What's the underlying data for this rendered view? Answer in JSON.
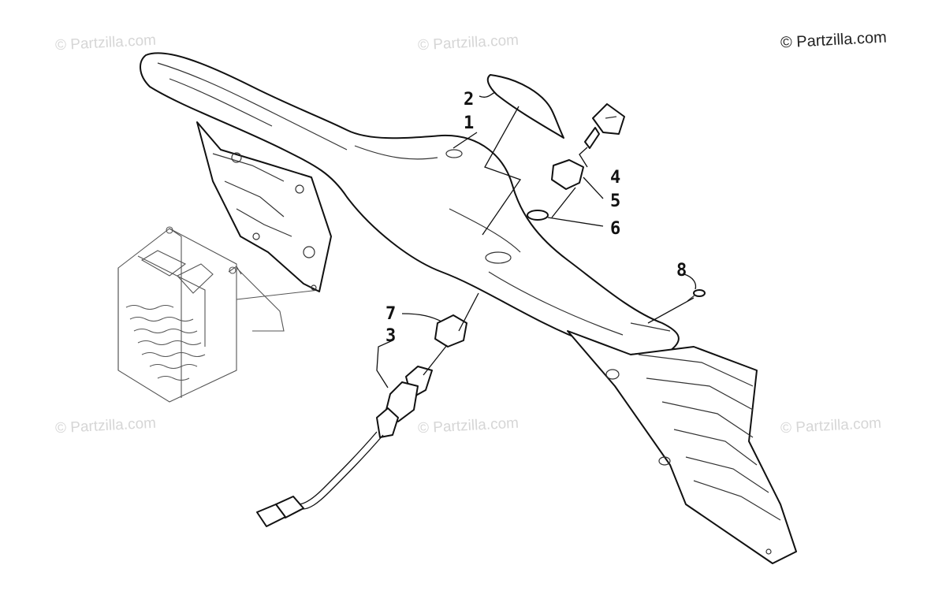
{
  "watermarks": [
    "© Partzilla.com",
    "© Partzilla.com",
    "© Partzilla.com",
    "© Partzilla.com",
    "© Partzilla.com"
  ],
  "copyright": "© Partzilla.com",
  "callouts": [
    "1",
    "2",
    "3",
    "4",
    "5",
    "6",
    "7",
    "8"
  ]
}
